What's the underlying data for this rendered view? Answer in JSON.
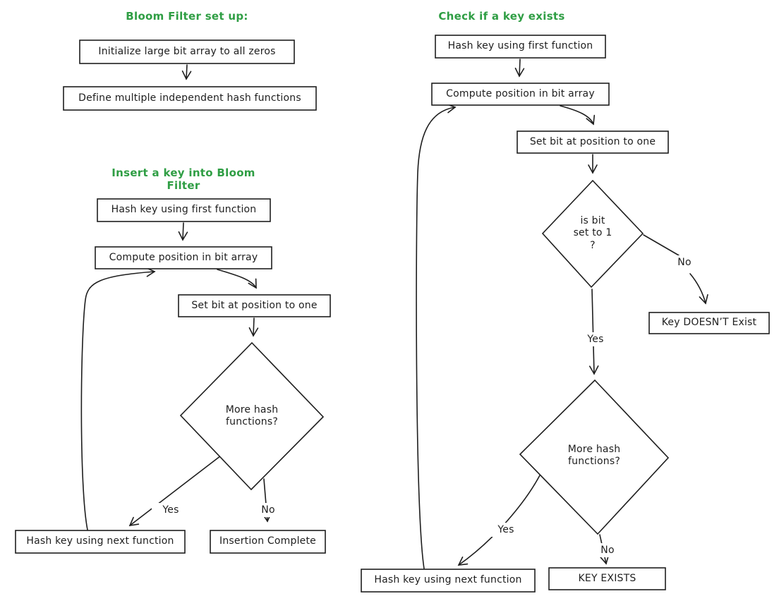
{
  "colors": {
    "stroke": "#1e1e1e",
    "accent_green": "#2f9e44",
    "background": "#ffffff"
  },
  "sections": {
    "setup": {
      "title": "Bloom Filter set up:",
      "nodes": {
        "init": "Initialize large bit array to all zeros",
        "define": "Define multiple independent hash functions"
      }
    },
    "insert": {
      "title": "Insert a key into Bloom Filter",
      "nodes": {
        "hash_first": "Hash key using first function",
        "compute": "Compute position in bit array",
        "set_bit": "Set bit at position to one",
        "decision": "More hash\nfunctions?",
        "hash_next": "Hash key using next function",
        "complete": "Insertion Complete"
      },
      "labels": {
        "yes": "Yes",
        "no": "No"
      }
    },
    "check": {
      "title": "Check if a key exists",
      "nodes": {
        "hash_first": "Hash key using first function",
        "compute": "Compute position in bit array",
        "set_bit": "Set bit at position to one",
        "bit_decision": "is bit\nset to 1\n?",
        "more_decision": "More hash\nfunctions?",
        "hash_next": "Hash key using next function",
        "not_exists": "Key DOESN’T Exist",
        "exists": "KEY EXISTS"
      },
      "labels": {
        "yes1": "Yes",
        "no1": "No",
        "yes2": "Yes",
        "no2": "No"
      }
    }
  }
}
